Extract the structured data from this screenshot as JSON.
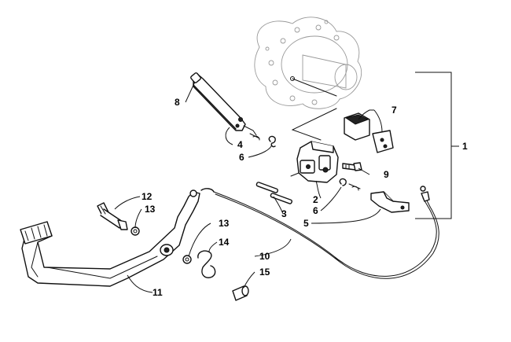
{
  "callouts": {
    "c1": "1",
    "c2": "2",
    "c3": "3",
    "c4": "4",
    "c5": "5",
    "c6a": "6",
    "c6b": "6",
    "c7": "7",
    "c8": "8",
    "c9": "9",
    "c10": "10",
    "c11": "11",
    "c12": "12",
    "c13a": "13",
    "c13b": "13",
    "c14": "14",
    "c15": "15"
  },
  "colors": {
    "ink": "#111111",
    "ghost": "#9a9a9a",
    "background": "#ffffff"
  }
}
